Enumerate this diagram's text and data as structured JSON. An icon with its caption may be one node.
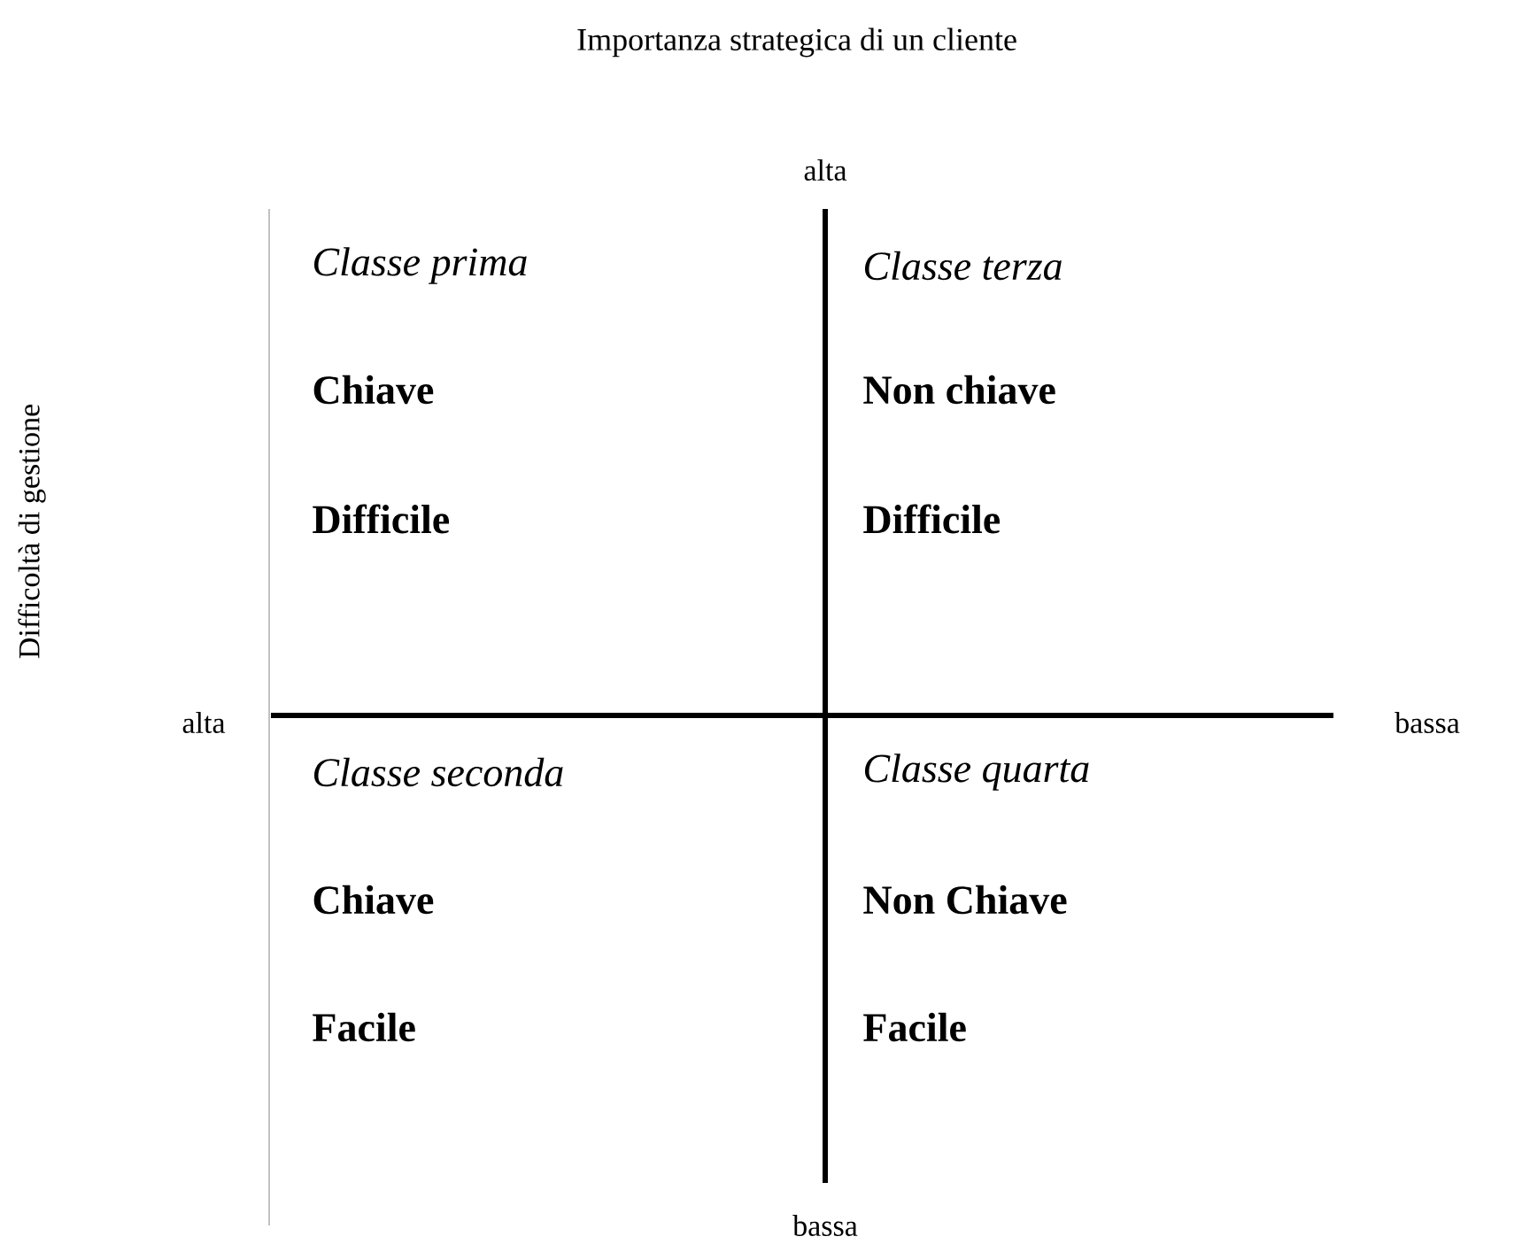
{
  "diagram": {
    "title": "Importanza strategica di un cliente",
    "labels": [
      "alta",
      "Difficoltà di gestione",
      "Classe prima",
      "Chiave",
      "Difficile",
      "Classe terza",
      "Non chiave",
      "Difficile",
      "alta",
      "bassa",
      "Classe seconda",
      "Chiave",
      "Facile",
      "Classe quarta",
      "Non Chiave",
      "Facile",
      "bassa"
    ]
  }
}
